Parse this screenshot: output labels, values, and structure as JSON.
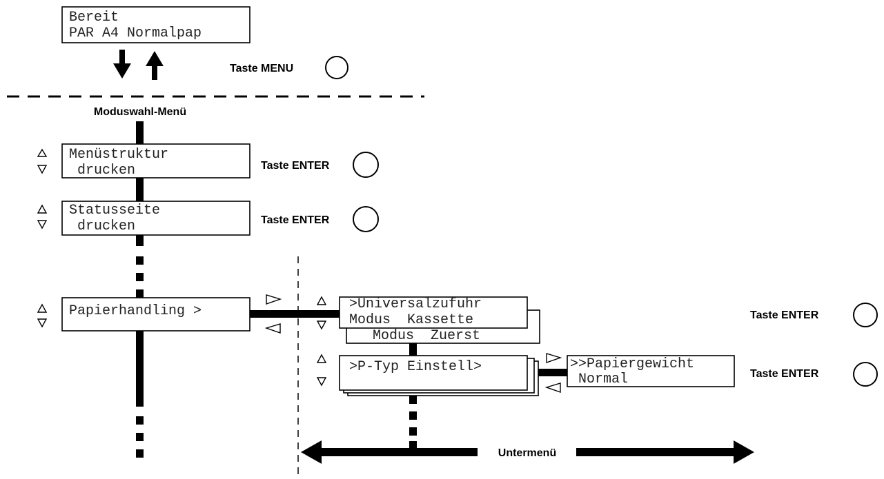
{
  "ready_display": {
    "line1": "Bereit",
    "line2": "PAR A4 Normalpap"
  },
  "menu_key": {
    "label": "Taste MENU"
  },
  "mode_menu": {
    "title": "Moduswahl-Menü"
  },
  "items": {
    "menu_structure": {
      "line1": "Menüstruktur",
      "line2": " drucken",
      "key_label": "Taste ENTER"
    },
    "status_page": {
      "line1": "Statusseite",
      "line2": " drucken",
      "key_label": "Taste ENTER"
    },
    "paper_handling": {
      "line1": "Papierhandling >"
    }
  },
  "submenu": {
    "label": "Untermenü",
    "mp_tray": {
      "line1": ">Universalzufuhr",
      "line2": "Modus  Kassette",
      "back_line": "Modus  Zuerst",
      "key_label": "Taste ENTER"
    },
    "paper_type": {
      "line1": ">P-Typ Einstell>"
    },
    "paper_weight": {
      "line1": ">>Papiergewicht",
      "line2": " Normal",
      "key_label": "Taste ENTER"
    }
  }
}
